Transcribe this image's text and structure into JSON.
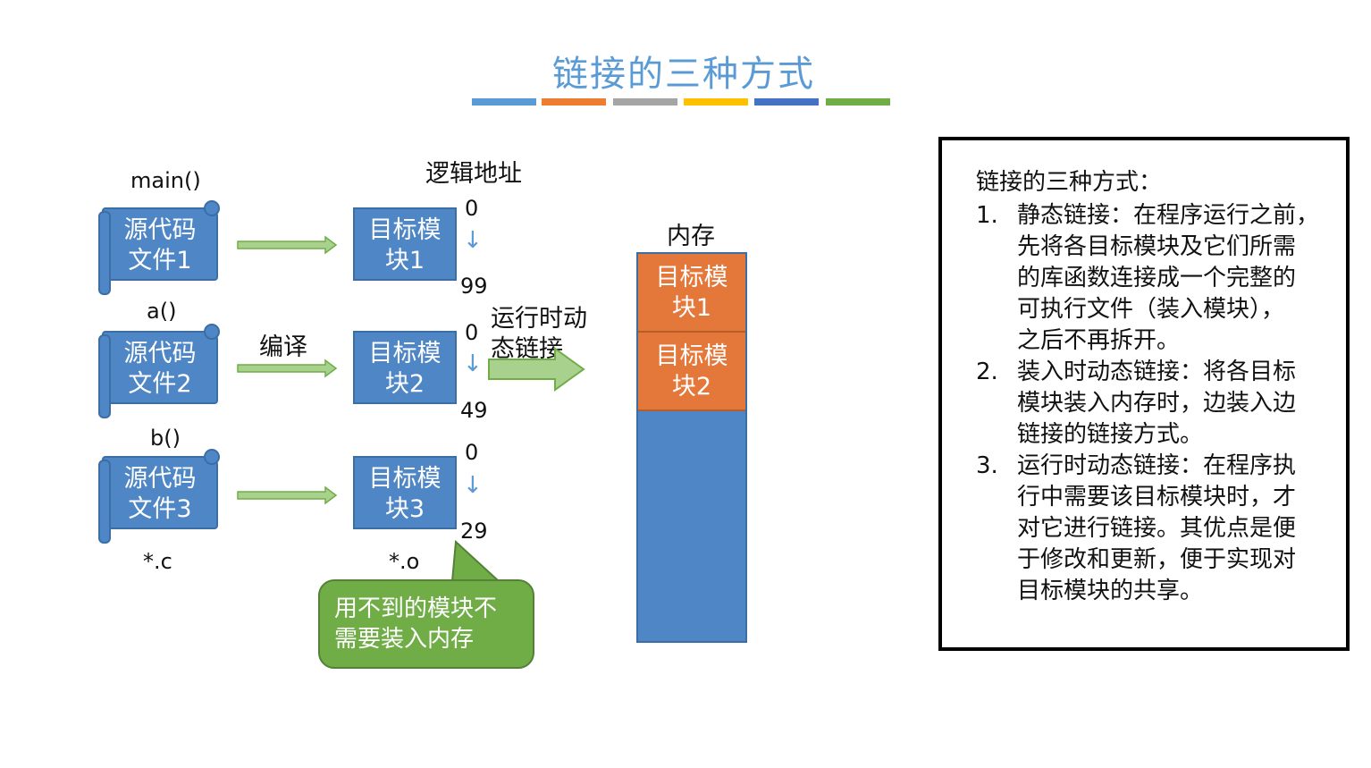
{
  "title": "链接的三种方式",
  "title_bar_colors": [
    "#5b9bd5",
    "#ed7d31",
    "#a5a5a5",
    "#ffc000",
    "#4472c4",
    "#70ad47"
  ],
  "diagram": {
    "logical_address_label": "逻辑地址",
    "memory_label": "内存",
    "compile_label": "编译",
    "runtime_label_line1": "运行时动",
    "runtime_label_line2": "态链接",
    "source_ext": "*.c",
    "object_ext": "*.o",
    "rows": [
      {
        "func": "main()",
        "source_line1": "源代码",
        "source_line2": "文件1",
        "module_line1": "目标模",
        "module_line2": "块1",
        "start": "0",
        "end": "99"
      },
      {
        "func": "a()",
        "source_line1": "源代码",
        "source_line2": "文件2",
        "module_line1": "目标模",
        "module_line2": "块2",
        "start": "0",
        "end": "49"
      },
      {
        "func": "b()",
        "source_line1": "源代码",
        "source_line2": "文件3",
        "module_line1": "目标模",
        "module_line2": "块3",
        "start": "0",
        "end": "29"
      }
    ],
    "memory_blocks": [
      {
        "line1": "目标模",
        "line2": "块1"
      },
      {
        "line1": "目标模",
        "line2": "块2"
      }
    ],
    "callout_line1": "用不到的模块不",
    "callout_line2": "需要装入内存"
  },
  "panel": {
    "heading": "链接的三种方式：",
    "items": [
      {
        "num": "1.",
        "lines": [
          "静态链接：在程序运行之前，",
          "先将各目标模块及它们所需",
          "的库函数连接成一个完整的",
          "可执行文件（装入模块），",
          "之后不再拆开。"
        ]
      },
      {
        "num": "2.",
        "lines": [
          "装入时动态链接：将各目标",
          "模块装入内存时，边装入边",
          "链接的链接方式。"
        ]
      },
      {
        "num": "3.",
        "lines": [
          "运行时动态链接：在程序执",
          "行中需要该目标模块时，才",
          "对它进行链接。其优点是便",
          "于修改和更新，便于实现对",
          "目标模块的共享。"
        ]
      }
    ]
  }
}
